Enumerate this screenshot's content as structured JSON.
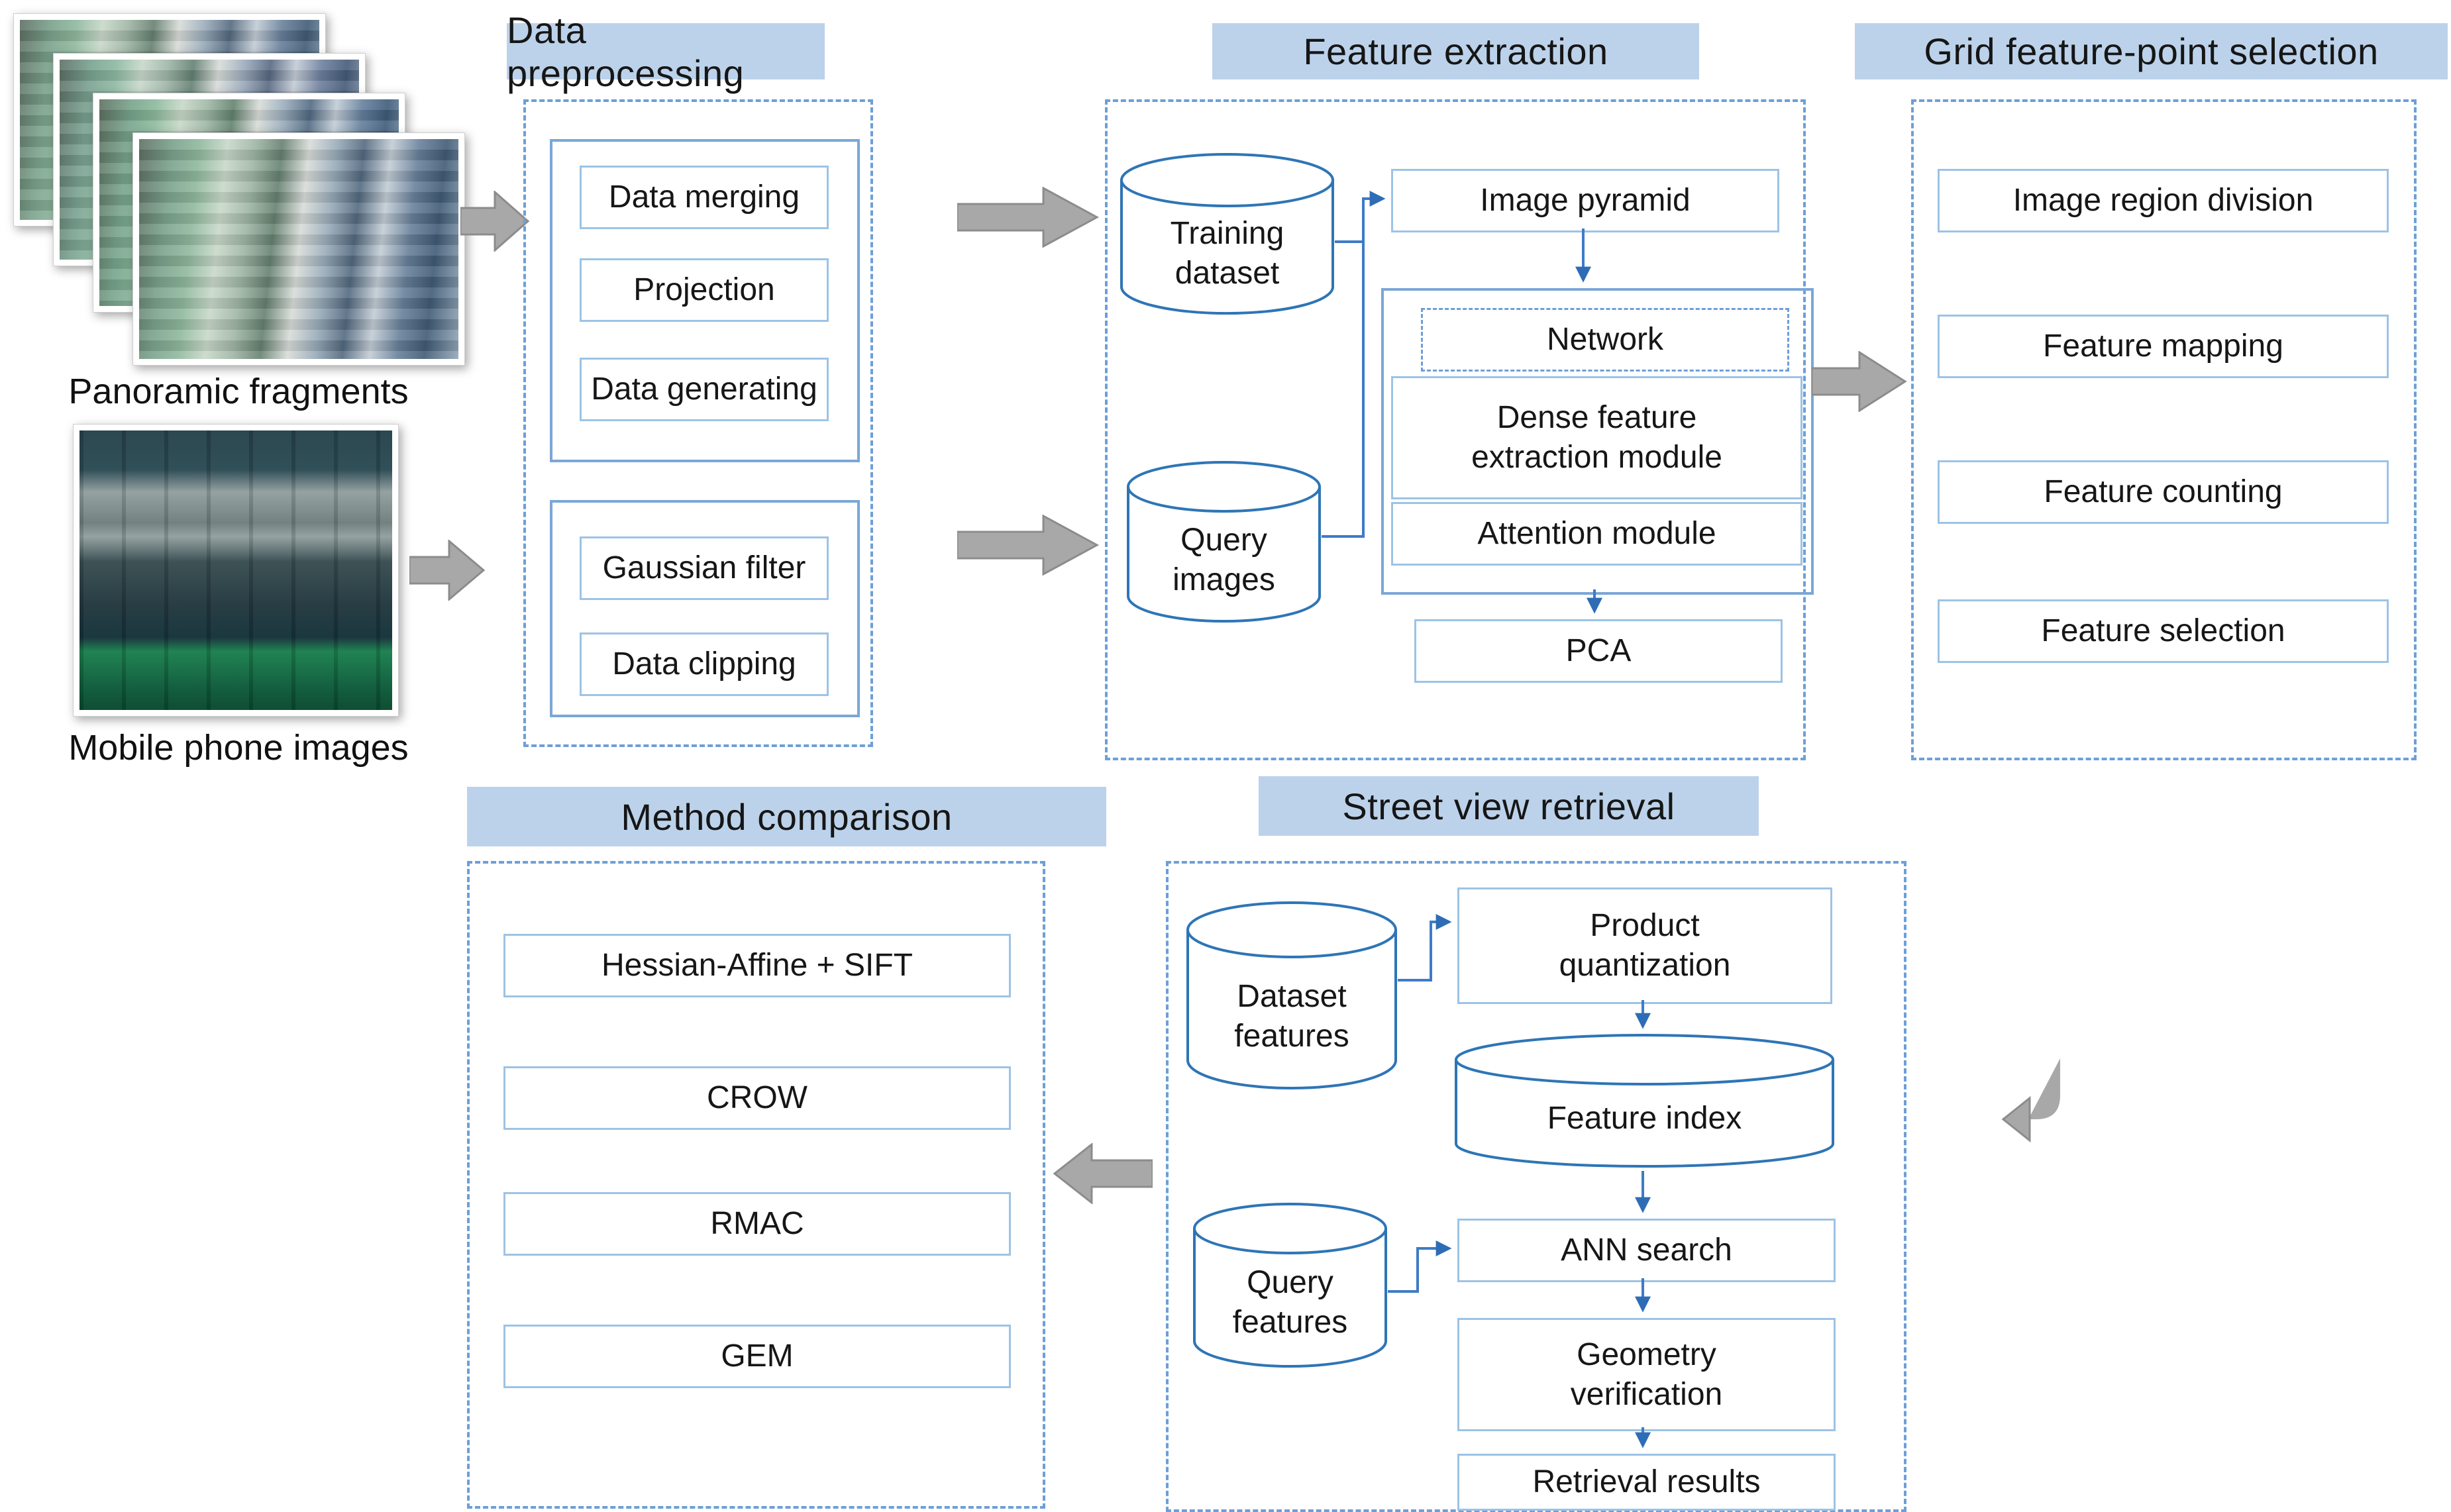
{
  "colors": {
    "header_fill": "#bcd2ea",
    "dashed_border": "#6d9fd8",
    "group_border": "#7aa7d6",
    "box_border": "#9dc3e6",
    "cylinder_stroke": "#2e75b6",
    "connector_blue": "#3e7bc7",
    "arrow_gray": "#a8a8a8",
    "text": "#161616"
  },
  "inputs": {
    "panoramic_label": "Panoramic fragments",
    "mobile_label": "Mobile phone images"
  },
  "data_preprocessing": {
    "title": "Data preprocessing",
    "group1": [
      "Data merging",
      "Projection",
      "Data generating"
    ],
    "group2": [
      "Gaussian filter",
      "Data clipping"
    ]
  },
  "feature_extraction": {
    "title": "Feature extraction",
    "training_cylinder": "Training dataset",
    "query_cylinder": "Query images",
    "image_pyramid": "Image pyramid",
    "network": "Network",
    "dense_module": "Dense feature extraction module",
    "attention_module": "Attention module",
    "pca": "PCA"
  },
  "grid_selection": {
    "title": "Grid feature-point selection",
    "boxes": [
      "Image region division",
      "Feature mapping",
      "Feature counting",
      "Feature selection"
    ]
  },
  "method_comparison": {
    "title": "Method comparison",
    "boxes": [
      "Hessian-Affine + SIFT",
      "CROW",
      "RMAC",
      "GEM"
    ]
  },
  "street_view_retrieval": {
    "title": "Street view retrieval",
    "dataset_cylinder": "Dataset features",
    "query_cylinder": "Query features",
    "product_quantization": "Product quantization",
    "feature_index": "Feature index",
    "ann_search": "ANN search",
    "geometry_verification": "Geometry verification",
    "retrieval_results": "Retrieval results"
  }
}
